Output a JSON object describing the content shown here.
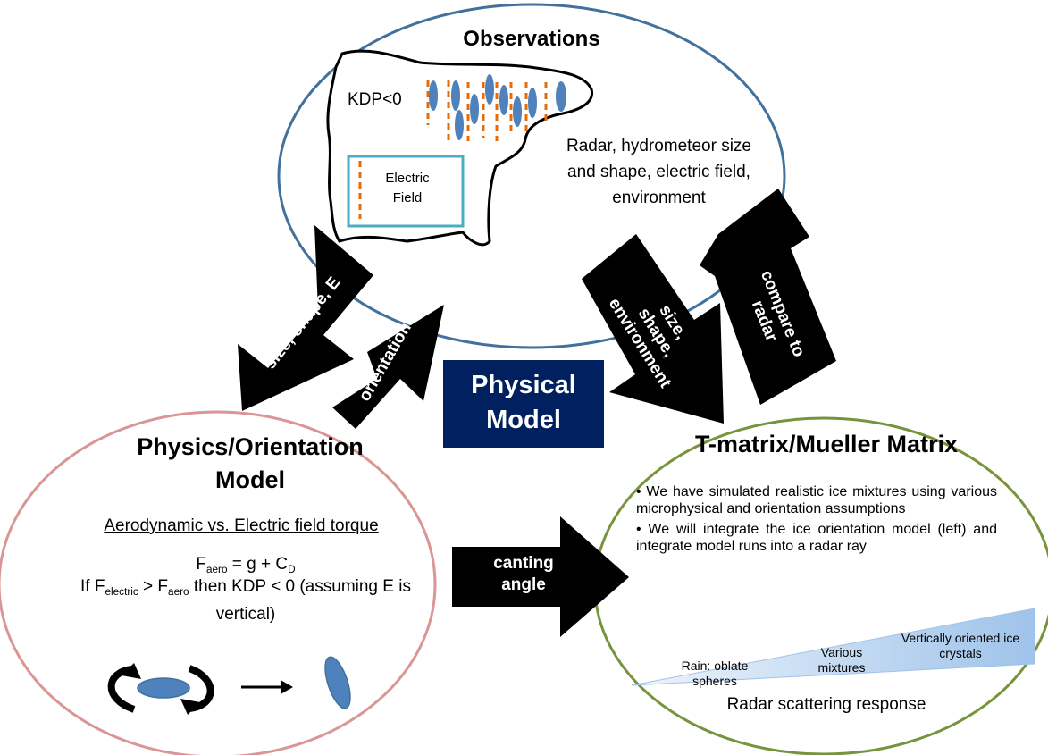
{
  "observations": {
    "title": "Observations",
    "kdp_label": "KDP<0",
    "electric_field_label": "Electric Field",
    "description": "Radar, hydrometeor size and shape, electric field, environment"
  },
  "physical_model": {
    "label": "Physical Model"
  },
  "physics_model": {
    "title": "Physics/Orientation Model",
    "subtitle": "Aerodynamic vs. Electric field torque",
    "eq1": {
      "prefix": "F",
      "sub1": "aero",
      "rest": " = g + C",
      "sub2": "D"
    },
    "eq2": {
      "p1": "If F",
      "s1": "electric",
      "p2": " > F",
      "s2": "aero",
      "p3": " then KDP < 0 (assuming E is vertical)"
    }
  },
  "tmatrix": {
    "title": "T-matrix/Mueller Matrix",
    "bullet1": "• We have simulated realistic ice mixtures using various microphysical and orientation assumptions",
    "bullet2": "• We will integrate the ice orientation model (left) and  integrate model runs into a radar ray",
    "scatter_labels": {
      "rain": "Rain: oblate spheres",
      "mixtures": "Various mixtures",
      "vertical": "Vertically oriented ice crystals"
    },
    "response": "Radar scattering response"
  },
  "arrows": {
    "size_shape_e": "size, shape, E",
    "orientation": "orientation",
    "size_shape_env": "size, shape, environment",
    "compare_radar": "compare to radar",
    "canting_angle": "canting angle"
  },
  "colors": {
    "obs_ellipse": "#41719c",
    "physics_ellipse": "#d99694",
    "tmatrix_ellipse": "#77933c",
    "physical_box": "#002060",
    "hydrometeor": "#4f81bd",
    "field_line": "#e46c0a",
    "field_box": "#4bacc6"
  }
}
